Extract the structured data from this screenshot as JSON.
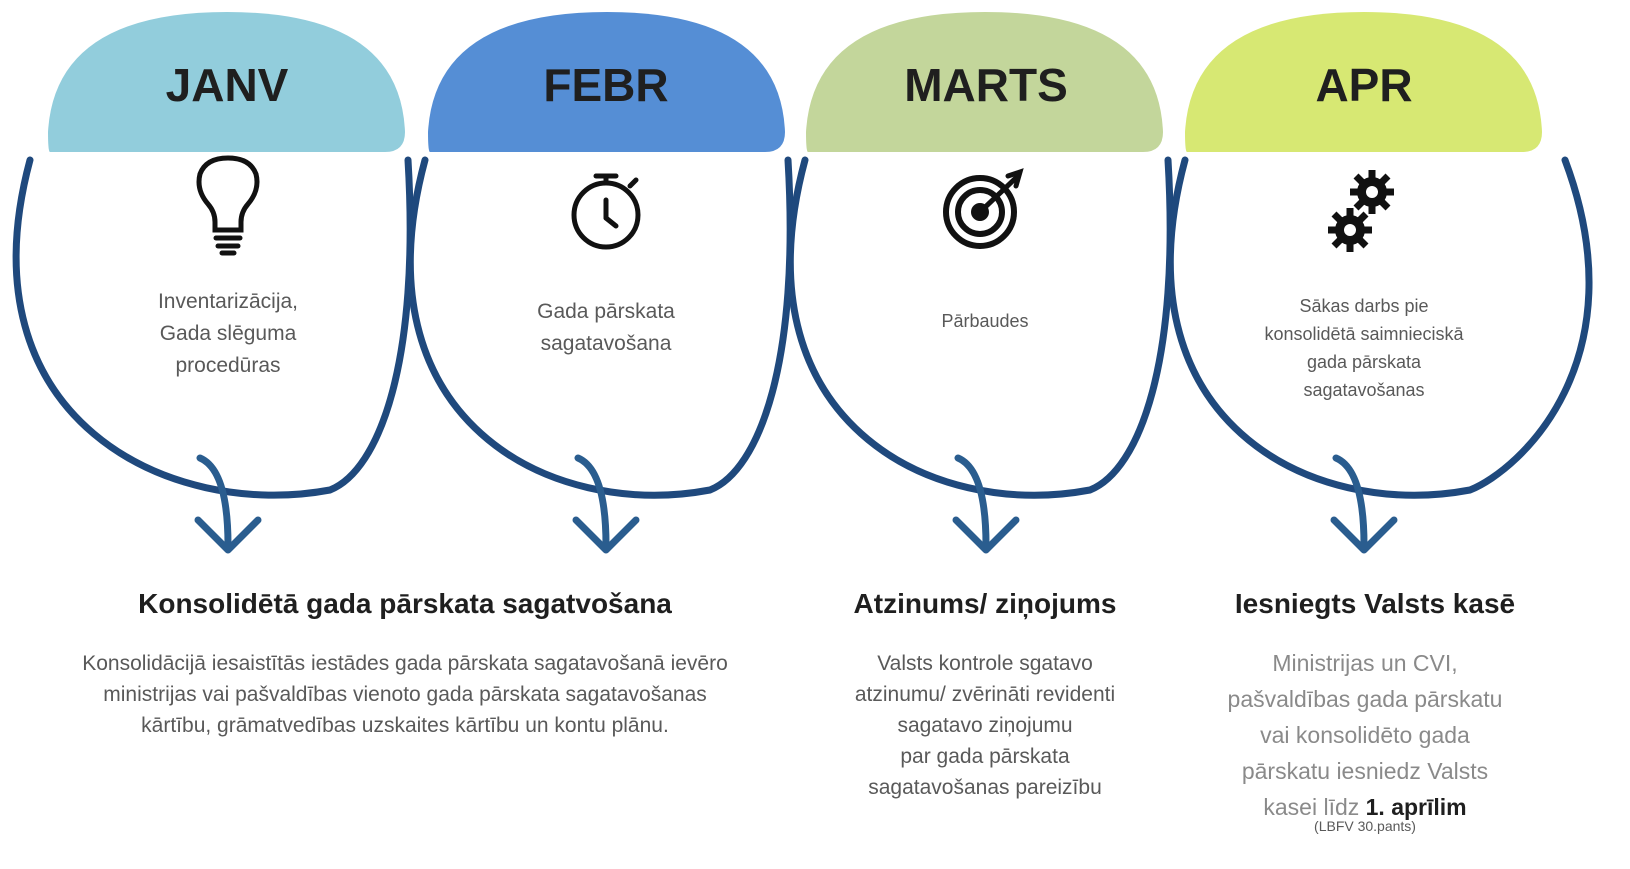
{
  "colors": {
    "janv": "#92cddc",
    "febr": "#558ed5",
    "marts": "#c3d69b",
    "apr": "#d7e873",
    "arc": "#1f497d",
    "arrow": "#2a5d8f"
  },
  "months": [
    {
      "label": "JANV",
      "icon": "lightbulb-icon",
      "description": [
        "Inventarizācija,",
        "Gada slēguma",
        "procedūras"
      ]
    },
    {
      "label": "FEBR",
      "icon": "stopwatch-icon",
      "description": [
        "Gada pārskata",
        "sagatavošana"
      ]
    },
    {
      "label": "MARTS",
      "icon": "target-icon",
      "description": [
        "Pārbaudes"
      ]
    },
    {
      "label": "APR",
      "icon": "gears-icon",
      "description": [
        "Sākas darbs pie",
        "konsolidētā saimnieciskā",
        "gada pārskata",
        "sagatavošanas"
      ]
    }
  ],
  "outcomes": [
    {
      "heading": "Konsolidētā gada pārskata sagatvošana",
      "body": [
        "Konsolidācijā iesaistītās iestādes gada pārskata sagatavošanā ievēro",
        "ministrijas vai pašvaldības vienoto gada pārskata sagatavošanas",
        "kārtību, grāmatvedības uzskaites kārtību un kontu plānu."
      ]
    },
    {
      "heading": "Atzinums/ ziņojums",
      "body": [
        "Valsts kontrole sgatavo",
        "atzinumu/ zvērināti revidenti",
        "sagatavo ziņojumu",
        "par gada pārskata",
        "sagatavošanas pareizību"
      ]
    },
    {
      "heading": "Iesniegts Valsts kasē",
      "body": [
        "Ministrijas un CVI,",
        "pašvaldības gada pārskatu",
        "vai konsolidēto gada",
        "pārskatu iesniedz Valsts"
      ],
      "deadline_prefix": "kasei līdz ",
      "deadline_bold": "1. aprīlim",
      "note": "(LBFV 30.pants)"
    }
  ]
}
